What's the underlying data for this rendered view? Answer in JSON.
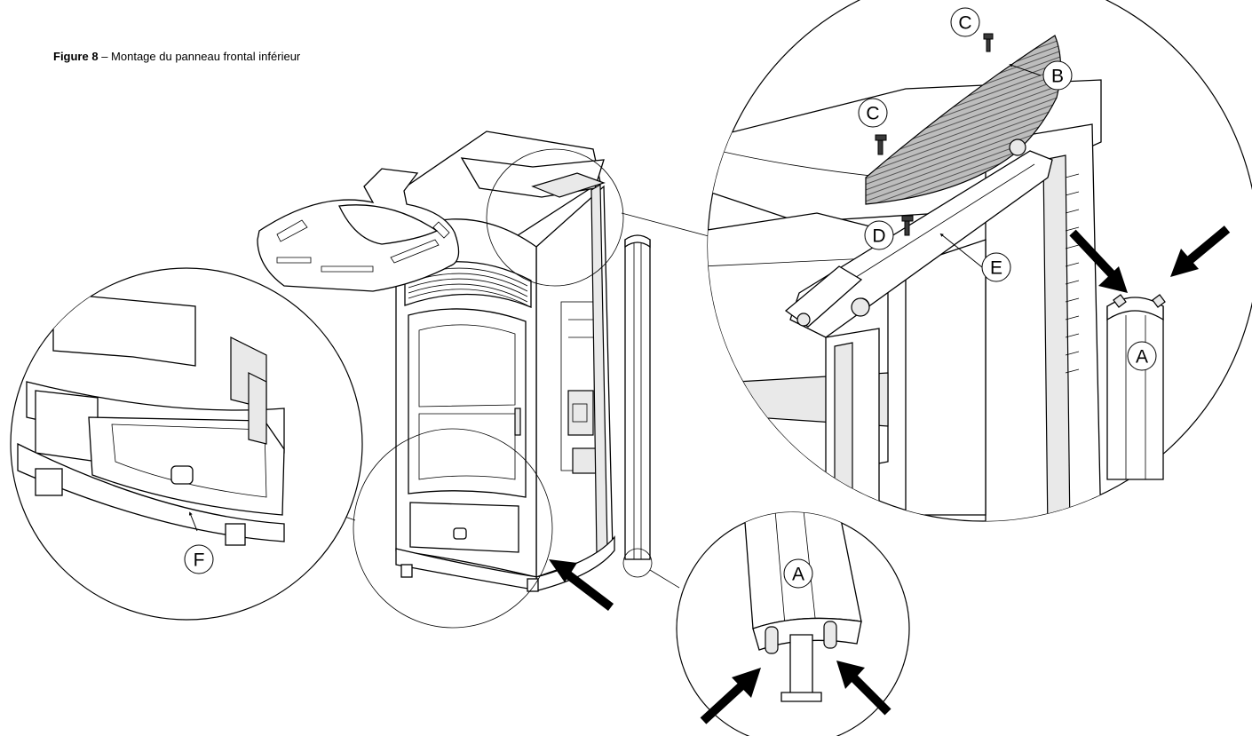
{
  "caption": {
    "figure_label": "Figure 8",
    "separator": " – ",
    "title": "Montage du panneau frontal inférieur"
  },
  "callouts": {
    "A": "A",
    "B": "B",
    "C": "C",
    "D": "D",
    "E": "E",
    "F": "F"
  },
  "colors": {
    "ink": "#000000",
    "panel_fill": "#e9e9e9",
    "hatch": "#555555"
  }
}
